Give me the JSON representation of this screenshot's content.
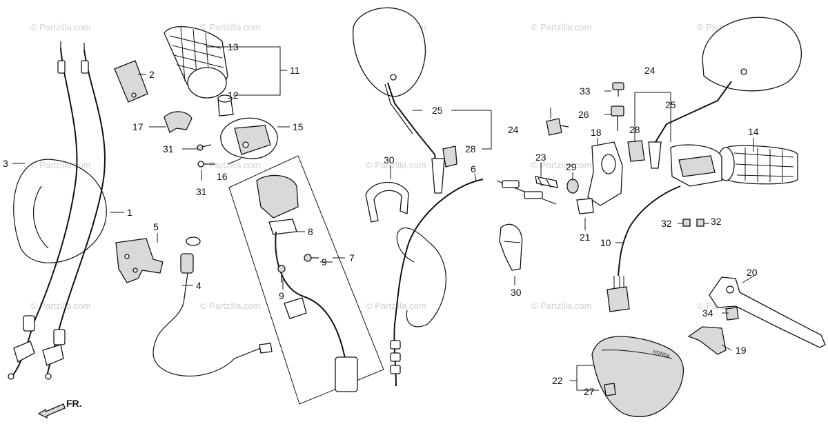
{
  "watermark": "© Partzilla.com",
  "callouts": {
    "c1": "1",
    "c2": "2",
    "c3": "3",
    "c4": "4",
    "c5": "5",
    "c6": "6",
    "c7": "7",
    "c8": "8",
    "c9a": "9",
    "c9b": "9",
    "c10": "10",
    "c11": "11",
    "c12": "12",
    "c13": "13",
    "c14": "14",
    "c15": "15",
    "c16": "16",
    "c17": "17",
    "c18": "18",
    "c19": "19",
    "c20": "20",
    "c21": "21",
    "c22": "22",
    "c23": "23",
    "c24a": "24",
    "c24b": "24",
    "c25a": "25",
    "c25b": "25",
    "c26": "26",
    "c27": "27",
    "c28a": "28",
    "c28b": "28",
    "c29": "29",
    "c30a": "30",
    "c30b": "30",
    "c31a": "31",
    "c31b": "31",
    "c32a": "32",
    "c32b": "32",
    "c33": "33",
    "c34": "34"
  },
  "direction_label": "FR.",
  "guard_brand": "HONDA"
}
